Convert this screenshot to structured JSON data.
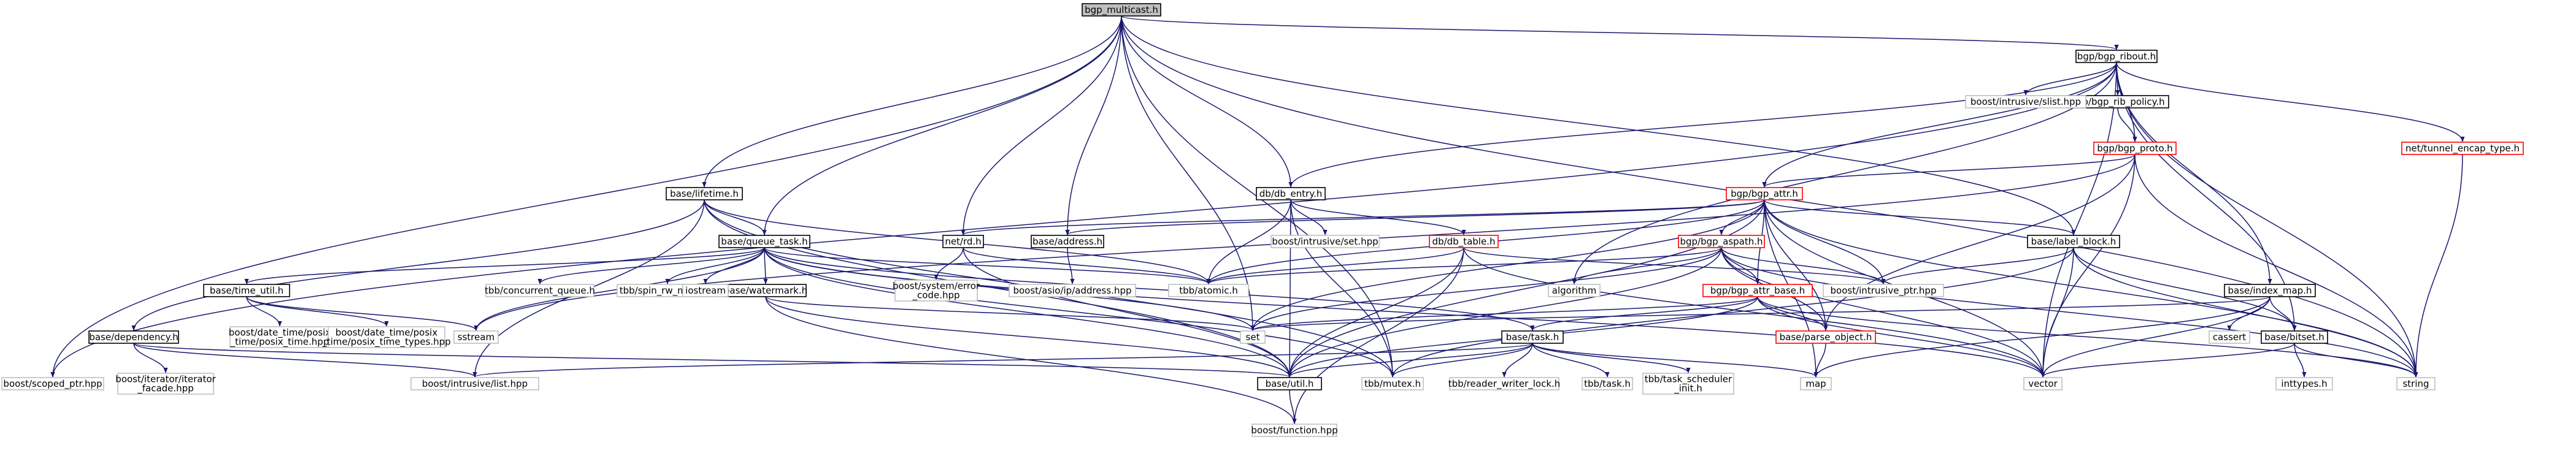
{
  "diagram": {
    "kind": "include-dependency-graph",
    "colors": {
      "edge": "#191970",
      "root_fill": "#bfbfbf",
      "root_border": "#000000",
      "normal_border": "#000000",
      "truncated_border": "#ff0000",
      "external_border": "#bfbfbf",
      "node_fill": "#ffffff"
    },
    "nodes": [
      {
        "id": "root",
        "label": "bgp_multicast.h",
        "style": "root"
      },
      {
        "id": "bgp_ribout",
        "label": "bgp/bgp_ribout.h",
        "style": "normal"
      },
      {
        "id": "lifetime",
        "label": "base/lifetime.h",
        "style": "normal"
      },
      {
        "id": "queue_task",
        "label": "base/queue_task.h",
        "style": "normal"
      },
      {
        "id": "netrd",
        "label": "net/rd.h",
        "style": "normal"
      },
      {
        "id": "address",
        "label": "base/address.h",
        "style": "normal"
      },
      {
        "id": "db_entry",
        "label": "db/db_entry.h",
        "style": "normal"
      },
      {
        "id": "db_table",
        "label": "db/db_table.h",
        "style": "truncated"
      },
      {
        "id": "bgp_attr",
        "label": "bgp/bgp_attr.h",
        "style": "truncated"
      },
      {
        "id": "bgp_aspath",
        "label": "bgp/bgp_aspath.h",
        "style": "truncated"
      },
      {
        "id": "bgp_attr_base",
        "label": "bgp/bgp_attr_base.h",
        "style": "truncated"
      },
      {
        "id": "parse_object",
        "label": "base/parse_object.h",
        "style": "truncated"
      },
      {
        "id": "bgp_proto",
        "label": "bgp/bgp_proto.h",
        "style": "truncated"
      },
      {
        "id": "tunnel_encap",
        "label": "net/tunnel_encap_type.h",
        "style": "truncated"
      },
      {
        "id": "label_block",
        "label": "base/label_block.h",
        "style": "normal"
      },
      {
        "id": "index_map",
        "label": "base/index_map.h",
        "style": "normal"
      },
      {
        "id": "bitset",
        "label": "base/bitset.h",
        "style": "normal"
      },
      {
        "id": "rib_policy",
        "label": "bgp/bgp_rib_policy.h",
        "style": "normal"
      },
      {
        "id": "time_util",
        "label": "base/time_util.h",
        "style": "normal"
      },
      {
        "id": "dependency",
        "label": "base/dependency.h",
        "style": "normal"
      },
      {
        "id": "watermark",
        "label": "base/watermark.h",
        "style": "normal"
      },
      {
        "id": "base_task",
        "label": "base/task.h",
        "style": "normal"
      },
      {
        "id": "base_util",
        "label": "base/util.h",
        "style": "normal"
      },
      {
        "id": "tbb_atomic",
        "label": "tbb/atomic.h",
        "style": "external"
      },
      {
        "id": "boost_intrusive_ptr",
        "label": "boost/intrusive_ptr.hpp",
        "style": "external"
      },
      {
        "id": "boost_intrusive_slist",
        "label": "boost/intrusive/slist.hpp",
        "style": "external"
      },
      {
        "id": "boost_intrusive_set",
        "label": "boost/intrusive/set.hpp",
        "style": "external"
      },
      {
        "id": "boost_intrusive_list",
        "label": "boost/intrusive/list.hpp",
        "style": "external"
      },
      {
        "id": "boost_scoped_ptr",
        "label": "boost/scoped_ptr.hpp",
        "style": "external"
      },
      {
        "id": "boost_iterator_facade",
        "label": [
          "boost/iterator/iterator",
          "_facade.hpp"
        ],
        "style": "external"
      },
      {
        "id": "boost_function",
        "label": "boost/function.hpp",
        "style": "external"
      },
      {
        "id": "boost_system_error",
        "label": [
          "boost/system/error",
          "_code.hpp"
        ],
        "style": "external"
      },
      {
        "id": "boost_asio_ip",
        "label": "boost/asio/ip/address.hpp",
        "style": "external"
      },
      {
        "id": "boost_posix_time",
        "label": [
          "boost/date_time/posix",
          "_time/posix_time.hpp"
        ],
        "style": "external"
      },
      {
        "id": "boost_posix_time_types",
        "label": [
          "boost/date_time/posix",
          "_time/posix_time_types.hpp"
        ],
        "style": "external"
      },
      {
        "id": "tbb_concurrent_queue",
        "label": "tbb/concurrent_queue.h",
        "style": "external"
      },
      {
        "id": "tbb_spin_mutex",
        "label": "tbb/spin_rw_mutex.h",
        "style": "external"
      },
      {
        "id": "tbb_mutex",
        "label": "tbb/mutex.h",
        "style": "external"
      },
      {
        "id": "tbb_rw_lock",
        "label": "tbb/reader_writer_lock.h",
        "style": "external"
      },
      {
        "id": "tbb_task",
        "label": "tbb/task.h",
        "style": "external"
      },
      {
        "id": "tbb_task_sched",
        "label": [
          "tbb/task_scheduler",
          "_init.h"
        ],
        "style": "external"
      },
      {
        "id": "iostream",
        "label": "iostream",
        "style": "external"
      },
      {
        "id": "sstream",
        "label": "sstream",
        "style": "external"
      },
      {
        "id": "set",
        "label": "set",
        "style": "external"
      },
      {
        "id": "algorithm",
        "label": "algorithm",
        "style": "external"
      },
      {
        "id": "vector",
        "label": "vector",
        "style": "external"
      },
      {
        "id": "map",
        "label": "map",
        "style": "external"
      },
      {
        "id": "string",
        "label": "string",
        "style": "external"
      },
      {
        "id": "cassert",
        "label": "cassert",
        "style": "external"
      },
      {
        "id": "inttypes",
        "label": "inttypes.h",
        "style": "external"
      }
    ],
    "edges": [
      [
        "root",
        "bgp_ribout"
      ],
      [
        "root",
        "lifetime"
      ],
      [
        "root",
        "queue_task"
      ],
      [
        "root",
        "netrd"
      ],
      [
        "root",
        "address"
      ],
      [
        "root",
        "db_entry"
      ],
      [
        "root",
        "label_block"
      ],
      [
        "root",
        "boost_scoped_ptr"
      ],
      [
        "root",
        "set"
      ],
      [
        "root",
        "string"
      ],
      [
        "root",
        "tbb_mutex"
      ],
      [
        "bgp_ribout",
        "boost_intrusive_slist"
      ],
      [
        "bgp_ribout",
        "rib_policy"
      ],
      [
        "bgp_ribout",
        "bgp_proto"
      ],
      [
        "bgp_ribout",
        "tunnel_encap"
      ],
      [
        "bgp_ribout",
        "index_map"
      ],
      [
        "bgp_ribout",
        "bitset"
      ],
      [
        "bgp_ribout",
        "bgp_attr"
      ],
      [
        "bgp_ribout",
        "db_entry"
      ],
      [
        "bgp_ribout",
        "algorithm"
      ],
      [
        "bgp_ribout",
        "vector"
      ],
      [
        "bgp_ribout",
        "string"
      ],
      [
        "bgp_ribout",
        "boost_scoped_ptr"
      ],
      [
        "rib_policy",
        "bgp_proto"
      ],
      [
        "bgp_proto",
        "bgp_attr"
      ],
      [
        "bgp_proto",
        "parse_object"
      ],
      [
        "bgp_proto",
        "vector"
      ],
      [
        "bgp_proto",
        "string"
      ],
      [
        "bgp_proto",
        "sstream"
      ],
      [
        "tunnel_encap",
        "string"
      ],
      [
        "bgp_attr",
        "bgp_aspath"
      ],
      [
        "bgp_attr",
        "bgp_attr_base"
      ],
      [
        "bgp_attr",
        "label_block"
      ],
      [
        "bgp_attr",
        "address"
      ],
      [
        "bgp_attr",
        "netrd"
      ],
      [
        "bgp_attr",
        "parse_object"
      ],
      [
        "bgp_attr",
        "boost_intrusive_ptr"
      ],
      [
        "bgp_attr",
        "tbb_atomic"
      ],
      [
        "bgp_attr",
        "base_util"
      ],
      [
        "bgp_attr",
        "set"
      ],
      [
        "bgp_attr",
        "vector"
      ],
      [
        "bgp_attr",
        "string"
      ],
      [
        "bgp_attr",
        "map"
      ],
      [
        "bgp_aspath",
        "bgp_attr_base"
      ],
      [
        "bgp_aspath",
        "parse_object"
      ],
      [
        "bgp_aspath",
        "algorithm"
      ],
      [
        "bgp_aspath",
        "boost_intrusive_ptr"
      ],
      [
        "bgp_aspath",
        "tbb_atomic"
      ],
      [
        "bgp_aspath",
        "set"
      ],
      [
        "bgp_aspath",
        "vector"
      ],
      [
        "bgp_aspath",
        "string"
      ],
      [
        "bgp_aspath",
        "base_util"
      ],
      [
        "bgp_attr_base",
        "parse_object"
      ],
      [
        "bgp_attr_base",
        "base_task"
      ],
      [
        "bgp_attr_base",
        "base_util"
      ],
      [
        "bgp_attr_base",
        "set"
      ],
      [
        "bgp_attr_base",
        "vector"
      ],
      [
        "bgp_attr_base",
        "string"
      ],
      [
        "parse_object",
        "map"
      ],
      [
        "lifetime",
        "queue_task"
      ],
      [
        "lifetime",
        "dependency"
      ],
      [
        "lifetime",
        "tbb_atomic"
      ],
      [
        "lifetime",
        "base_util"
      ],
      [
        "lifetime",
        "boost_intrusive_list"
      ],
      [
        "lifetime",
        "tbb_mutex"
      ],
      [
        "queue_task",
        "time_util"
      ],
      [
        "queue_task",
        "watermark"
      ],
      [
        "queue_task",
        "base_task"
      ],
      [
        "queue_task",
        "iostream"
      ],
      [
        "queue_task",
        "sstream"
      ],
      [
        "queue_task",
        "tbb_concurrent_queue"
      ],
      [
        "queue_task",
        "tbb_spin_mutex"
      ],
      [
        "queue_task",
        "tbb_atomic"
      ],
      [
        "queue_task",
        "set"
      ],
      [
        "queue_task",
        "vector"
      ],
      [
        "queue_task",
        "base_util"
      ],
      [
        "queue_task",
        "tbb_mutex"
      ],
      [
        "time_util",
        "boost_posix_time"
      ],
      [
        "time_util",
        "boost_posix_time_types"
      ],
      [
        "time_util",
        "sstream"
      ],
      [
        "dependency",
        "boost_iterator_facade"
      ],
      [
        "dependency",
        "boost_intrusive_list"
      ],
      [
        "dependency",
        "base_util"
      ],
      [
        "watermark",
        "set"
      ],
      [
        "watermark",
        "base_util"
      ],
      [
        "watermark",
        "boost_function"
      ],
      [
        "base_task",
        "tbb_mutex"
      ],
      [
        "base_task",
        "tbb_rw_lock"
      ],
      [
        "base_task",
        "tbb_task"
      ],
      [
        "base_task",
        "tbb_task_sched"
      ],
      [
        "base_task",
        "map"
      ],
      [
        "base_task",
        "boost_intrusive_list"
      ],
      [
        "base_task",
        "base_util"
      ],
      [
        "base_util",
        "boost_function"
      ],
      [
        "netrd",
        "boost_system_error"
      ],
      [
        "netrd",
        "tbb_atomic"
      ],
      [
        "netrd",
        "base_util"
      ],
      [
        "address",
        "boost_asio_ip"
      ],
      [
        "db_entry",
        "db_table"
      ],
      [
        "db_entry",
        "tbb_atomic"
      ],
      [
        "db_entry",
        "boost_intrusive_set"
      ],
      [
        "db_entry",
        "base_util"
      ],
      [
        "db_entry",
        "tbb_mutex"
      ],
      [
        "db_table",
        "boost_intrusive_ptr"
      ],
      [
        "db_table",
        "tbb_atomic"
      ],
      [
        "db_table",
        "base_util"
      ],
      [
        "db_table",
        "boost_function"
      ],
      [
        "db_table",
        "vector"
      ],
      [
        "label_block",
        "boost_intrusive_ptr"
      ],
      [
        "label_block",
        "bitset"
      ],
      [
        "label_block",
        "vector"
      ],
      [
        "label_block",
        "tbb_mutex"
      ],
      [
        "label_block",
        "string"
      ],
      [
        "index_map",
        "bitset"
      ],
      [
        "index_map",
        "cassert"
      ],
      [
        "index_map",
        "map"
      ],
      [
        "index_map",
        "vector"
      ],
      [
        "index_map",
        "set"
      ],
      [
        "bitset",
        "inttypes"
      ],
      [
        "bitset",
        "string"
      ],
      [
        "bitset",
        "vector"
      ]
    ]
  }
}
